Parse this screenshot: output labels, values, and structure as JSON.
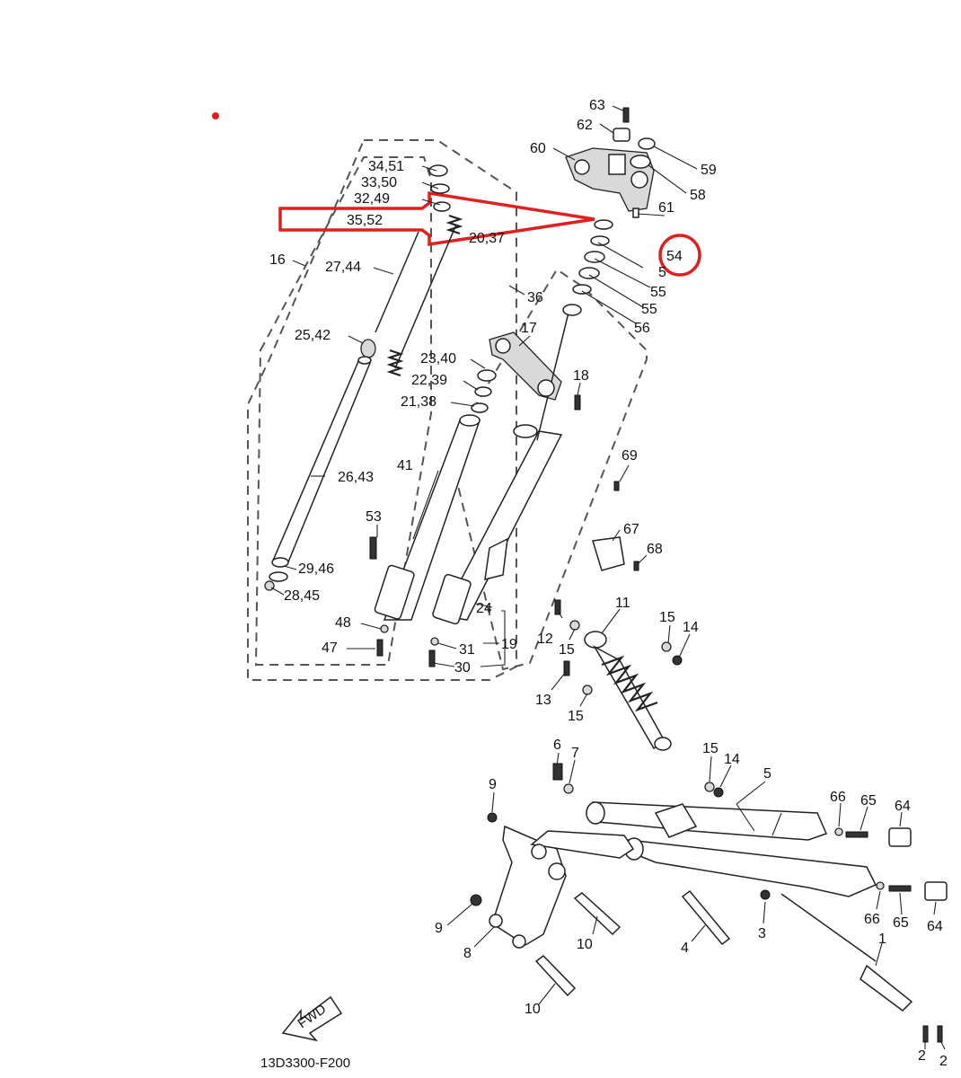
{
  "drawing_code": "13D3300-F200",
  "fwd_label": "FWD",
  "highlight_label": "54",
  "colors": {
    "highlight": "#e02020",
    "line": "#222222",
    "dash": "#555555"
  },
  "callouts": {
    "c63": "63",
    "c62": "62",
    "c60": "60",
    "c59": "59",
    "c58": "58",
    "c61": "61",
    "c54b": "5",
    "c55a": "55",
    "c55b": "55",
    "c56": "56",
    "c34_51": "34,51",
    "c33_50": "33,50",
    "c32_49": "32,49",
    "c35_52": "35,52",
    "c20_37": "20,37",
    "c16": "16",
    "c27_44": "27,44",
    "c36": "36",
    "c25_42": "25,42",
    "c17": "17",
    "c23_40": "23,40",
    "c22_39": "22,39",
    "c21_38": "21,38",
    "c18": "18",
    "c26_43": "26,43",
    "c41": "41",
    "c69": "69",
    "c53": "53",
    "c67": "67",
    "c68": "68",
    "c29_46": "29,46",
    "c28_45": "28,45",
    "c48": "48",
    "c47": "47",
    "c24": "24",
    "c19": "19",
    "c31": "31",
    "c30": "30",
    "c11": "11",
    "c12": "12",
    "c15a": "15",
    "c14a": "14",
    "c15b": "15",
    "c13": "13",
    "c15c": "15",
    "c6": "6",
    "c7": "7",
    "c15d": "15",
    "c14b": "14",
    "c5": "5",
    "c9a": "9",
    "c66a": "66",
    "c65a": "65",
    "c64a": "64",
    "c66b": "66",
    "c65b": "65",
    "c64b": "64",
    "c9b": "9",
    "c8": "8",
    "c10a": "10",
    "c4": "4",
    "c3": "3",
    "c1": "1",
    "c10b": "10",
    "c2a": "2",
    "c2b": "2"
  }
}
